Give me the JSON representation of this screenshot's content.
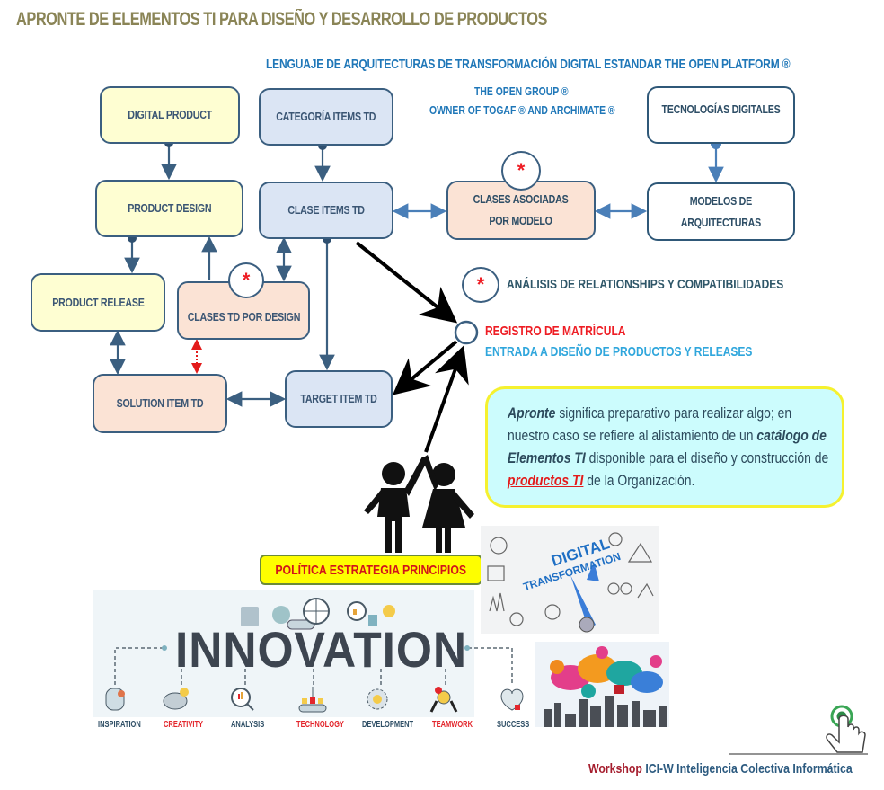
{
  "title": "APRONTE DE ELEMENTOS TI PARA DISEÑO Y DESARROLLO DE PRODUCTOS",
  "subtitle": "LENGUAJE DE ARQUITECTURAS DE TRANSFORMACIÓN DIGITAL ESTANDAR THE OPEN PLATFORM ®",
  "open_group": {
    "line1": "THE OPEN GROUP ®",
    "line2": "OWNER OF TOGAF ® AND ARCHIMATE ®"
  },
  "nodes": {
    "digital_product": "DIGITAL PRODUCT",
    "categoria_items": "CATEGORÍA ITEMS TD",
    "product_design": "PRODUCT DESIGN",
    "clase_items": "CLASE ITEMS TD",
    "clases_asociadas_1": "CLASES ASOCIADAS",
    "clases_asociadas_2": "POR MODELO",
    "tecnologias": "TECNOLOGÍAS DIGITALES",
    "modelos_1": "MODELOS DE",
    "modelos_2": "ARQUITECTURAS",
    "product_release": "PRODUCT RELEASE",
    "clases_td_design": "CLASES TD POR DESIGN",
    "solution_item": "SOLUTION ITEM TD",
    "target_item": "TARGET ITEM TD"
  },
  "star_symbol": "*",
  "legend": {
    "analisis": "ANÁLISIS DE RELATIONSHIPS Y COMPATIBILIDADES",
    "registro": "REGISTRO DE MATRÍCULA",
    "entrada": "ENTRADA A DISEÑO DE PRODUCTOS Y RELEASES"
  },
  "callout": {
    "w1": "Apronte",
    "t1": " significa preparativo para realizar algo; en nuestro caso se refiere al alistamiento de un ",
    "w2": "catálogo de Elementos TI",
    "t2": " disponible para el diseño y construcción de ",
    "w3": "productos TI",
    "t3": " de la Organización."
  },
  "politica": "POLÍTICA ESTRATEGIA PRINCIPIOS",
  "innovation": {
    "title": "INNOVATION",
    "steps": [
      {
        "label": "INSPIRATION",
        "color": "#2f4f66"
      },
      {
        "label": "CREATIVITY",
        "color": "#e3262c"
      },
      {
        "label": "ANALYSIS",
        "color": "#2f4f66"
      },
      {
        "label": "TECHNOLOGY",
        "color": "#e3262c"
      },
      {
        "label": "DEVELOPMENT",
        "color": "#2f4f66"
      },
      {
        "label": "TEAMWORK",
        "color": "#e3262c"
      },
      {
        "label": "SUCCESS",
        "color": "#2f4f66"
      }
    ]
  },
  "digital_transformation": {
    "line1": "DIGITAL",
    "line2": "TRANSFORMATION"
  },
  "footer": {
    "workshop": "Workshop",
    "code": "ICI-W",
    "name": "Inteligencia Colectiva Informática"
  },
  "colors": {
    "title": "#8a8456",
    "accent_blue": "#1f77b8",
    "node_border": "#3b5f80",
    "red": "#ee1d24",
    "yellow_box": "#fefed2",
    "blue_box": "#dbe5f4",
    "peach_box": "#fbe3d5"
  }
}
